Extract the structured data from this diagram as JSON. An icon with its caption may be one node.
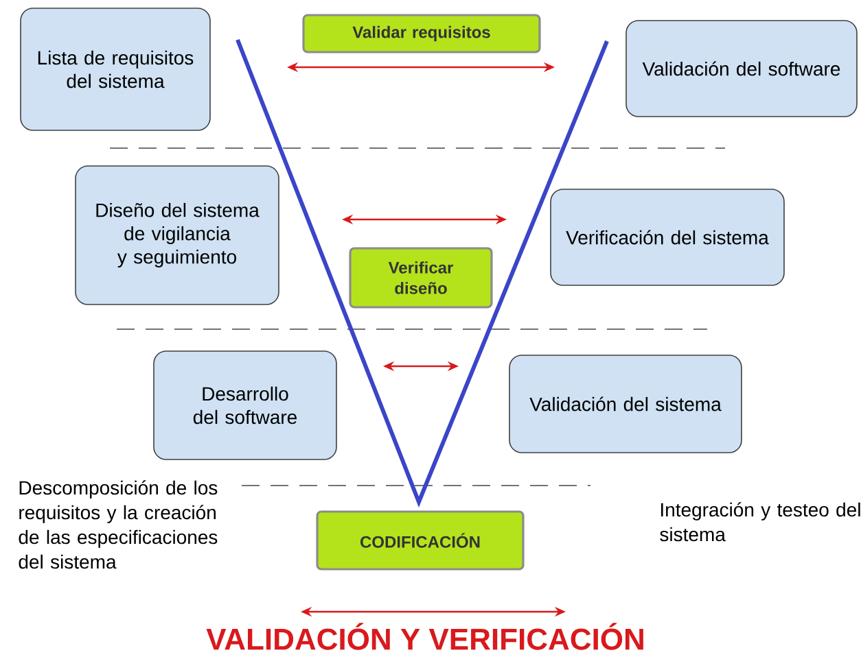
{
  "diagram": {
    "caption": "VALIDACIÓN Y VERIFICACIÓN",
    "nodes": [
      {
        "text": [
          "Lista de requisitos del sistema"
        ]
      },
      {
        "text": [
          "Validar requisitos"
        ]
      },
      {
        "text": [
          "Validación del software"
        ]
      },
      {
        "text": [
          "Diseño del sistema de vigilancia y seguimiento"
        ]
      },
      {
        "text": [
          "Verificación del sistema"
        ]
      },
      {
        "text": [
          "Verificar diseño"
        ]
      },
      {
        "text": [
          "Desarrollo del software"
        ]
      },
      {
        "text": [
          "Validación del sistema"
        ]
      },
      {
        "text": [
          "CODIFICACIÓN"
        ]
      }
    ],
    "labels": [
      "Descomposición de los requisitos y la creación de las especificaciones del sistema",
      "Integración y testeo del sistema"
    ]
  }
}
